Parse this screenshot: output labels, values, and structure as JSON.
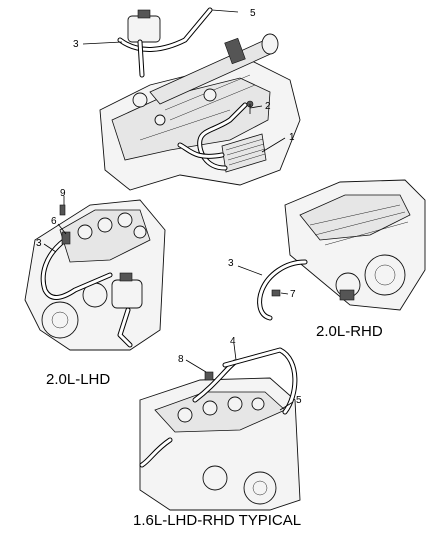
{
  "callouts": {
    "c1": "1",
    "c2": "2",
    "c3a": "3",
    "c5a": "5",
    "c9": "9",
    "c6": "6",
    "c3b": "3",
    "c3c": "3",
    "c7": "7",
    "c4": "4",
    "c8": "8",
    "c5b": "5"
  },
  "captions": {
    "rhd": "2.0L-RHD",
    "lhd": "2.0L-LHD",
    "typical": "1.6L-LHD-RHD TYPICAL"
  }
}
